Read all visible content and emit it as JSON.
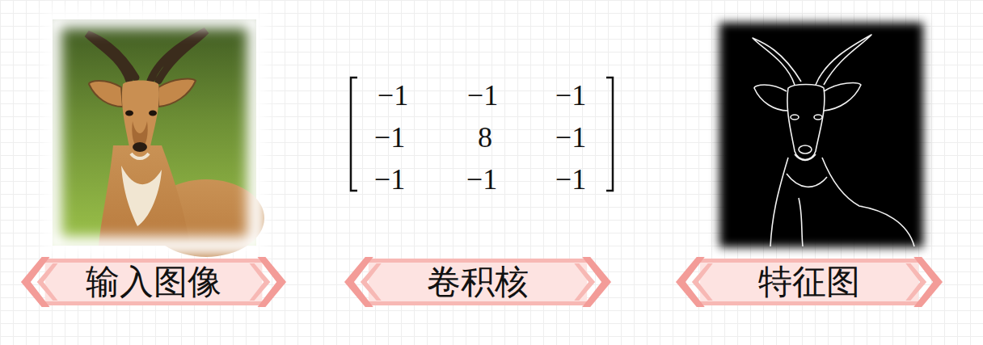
{
  "diagram": {
    "nodes": [
      {
        "text": [
          "输入图像"
        ]
      },
      {
        "text": [
          "卷积核"
        ]
      },
      {
        "text": [
          "特征图"
        ]
      }
    ],
    "labels": [
      "−1",
      "−1",
      "−1",
      "−1",
      "8",
      "−1",
      "−1",
      "−1",
      "−1"
    ]
  }
}
